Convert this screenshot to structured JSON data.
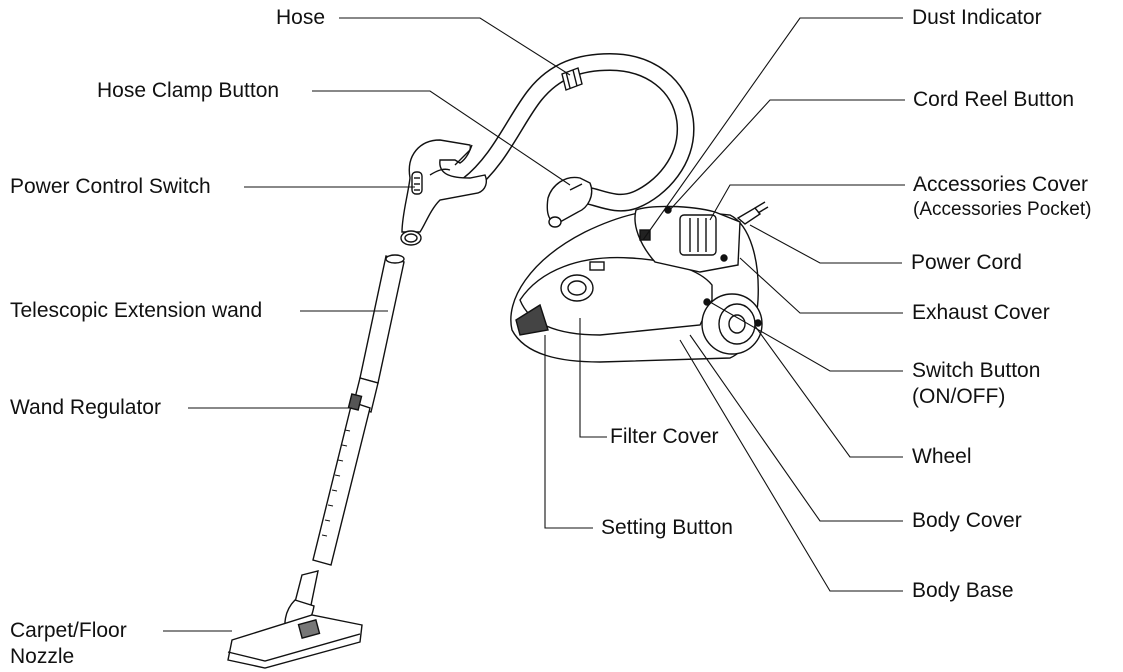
{
  "labels": {
    "hose": "Hose",
    "hose_clamp_button": "Hose Clamp Button",
    "power_control_switch": "Power Control Switch",
    "telescopic_extension_wand": "Telescopic Extension wand",
    "wand_regulator": "Wand Regulator",
    "carpet_floor_nozzle_line1": "Carpet/Floor",
    "carpet_floor_nozzle_line2": "Nozzle",
    "dust_indicator": "Dust Indicator",
    "cord_reel_button": "Cord Reel Button",
    "accessories_cover": "Accessories Cover",
    "accessories_pocket": "(Accessories Pocket)",
    "power_cord": "Power Cord",
    "exhaust_cover": "Exhaust Cover",
    "switch_button": "Switch Button",
    "switch_button_sub": "(ON/OFF)",
    "filter_cover": "Filter Cover",
    "wheel": "Wheel",
    "setting_button": "Setting Button",
    "body_cover": "Body Cover",
    "body_base": "Body Base"
  }
}
